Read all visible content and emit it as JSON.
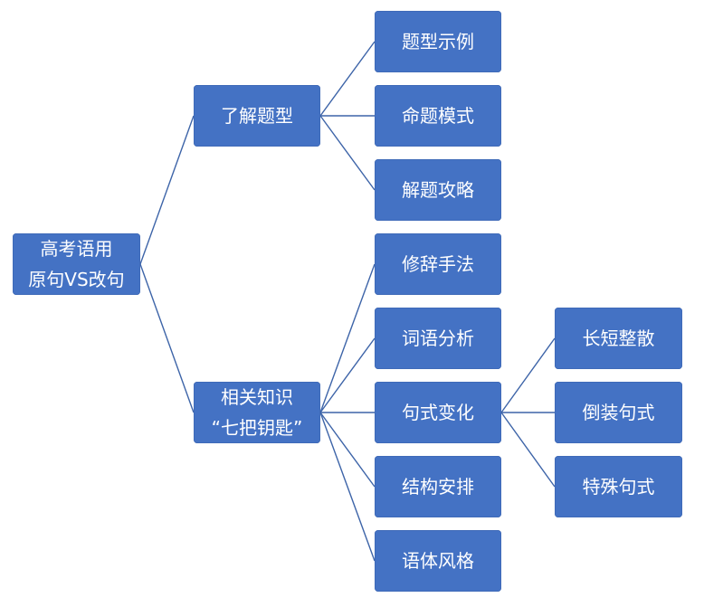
{
  "root": {
    "line1": "高考语用",
    "line2": "原句VS改句"
  },
  "branch1": {
    "label": "了解题型",
    "children": [
      "题型示例",
      "命题模式",
      "解题攻略"
    ]
  },
  "branch2": {
    "line1": "相关知识",
    "line2": "“七把钥匙”",
    "children": [
      "修辞手法",
      "词语分析",
      "句式变化",
      "结构安排",
      "语体风格"
    ]
  },
  "sub_branch": {
    "parent": "句式变化",
    "children": [
      "长短整散",
      "倒装句式",
      "特殊句式"
    ]
  },
  "colors": {
    "node_fill": "#4472c4",
    "node_text": "#ffffff",
    "connector": "#3d64a8"
  }
}
